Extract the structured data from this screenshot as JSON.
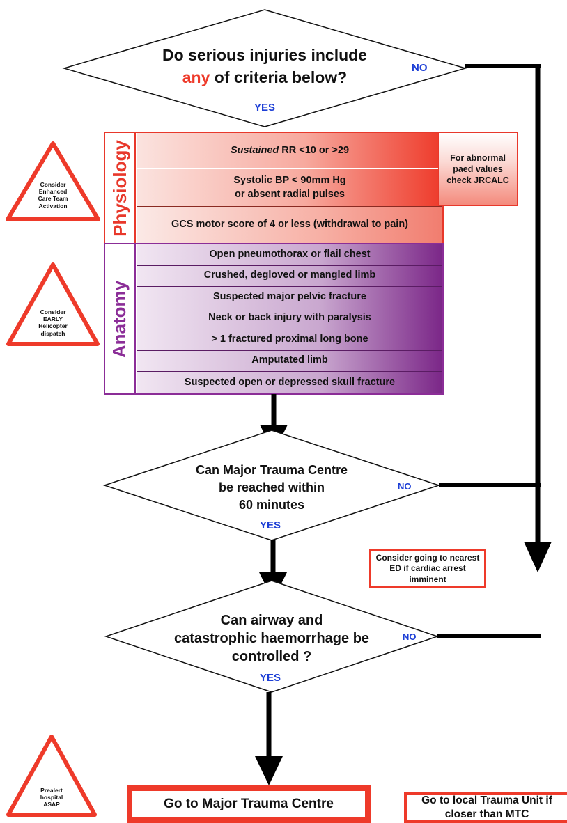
{
  "decision1": {
    "line1": "Do serious injuries include",
    "emphasis": "any",
    "line2_rest": " of criteria below?",
    "yes": "YES",
    "no": "NO"
  },
  "physiology": {
    "label": "Physiology",
    "row1_italic": "Sustained",
    "row1_rest": " RR <10 or >29",
    "row2_line1": "Systolic BP < 90mm Hg",
    "row2_line2": "or absent radial pulses",
    "row3": "GCS motor score of 4 or less (withdrawal to pain)",
    "note": "For abnormal paed values check JRCALC"
  },
  "anatomy": {
    "label": "Anatomy",
    "rows": [
      "Open pneumothorax or flail chest",
      "Crushed, degloved or mangled limb",
      "Suspected major pelvic fracture",
      "Neck or back injury with paralysis",
      "> 1 fractured proximal long bone",
      "Amputated limb",
      "Suspected open or depressed skull fracture"
    ]
  },
  "triangles": {
    "enhanced": "Consider Enhanced Care Team Activation",
    "helicopter": "Consider EARLY Helicopter dispatch",
    "prealert": "Prealert hospital ASAP"
  },
  "decision2": {
    "line1": "Can Major Trauma Centre",
    "line2": "be reached within",
    "line3": "60 minutes",
    "yes": "YES",
    "no": "NO"
  },
  "note_ed": "Consider going to nearest ED if cardiac arrest imminent",
  "decision3": {
    "line1": "Can airway and",
    "line2": "catastrophic haemorrhage be",
    "line3": "controlled ?",
    "yes": "YES",
    "no": "NO"
  },
  "outcome_mtc": "Go to Major Trauma Centre",
  "outcome_local": "Go to local Trauma Unit if closer than MTC",
  "colors": {
    "alert_red": "#ee3a2a",
    "yes_no_blue": "#1d3fd6",
    "physiology_red": "#e8382b",
    "anatomy_purple": "#8b2d97"
  }
}
